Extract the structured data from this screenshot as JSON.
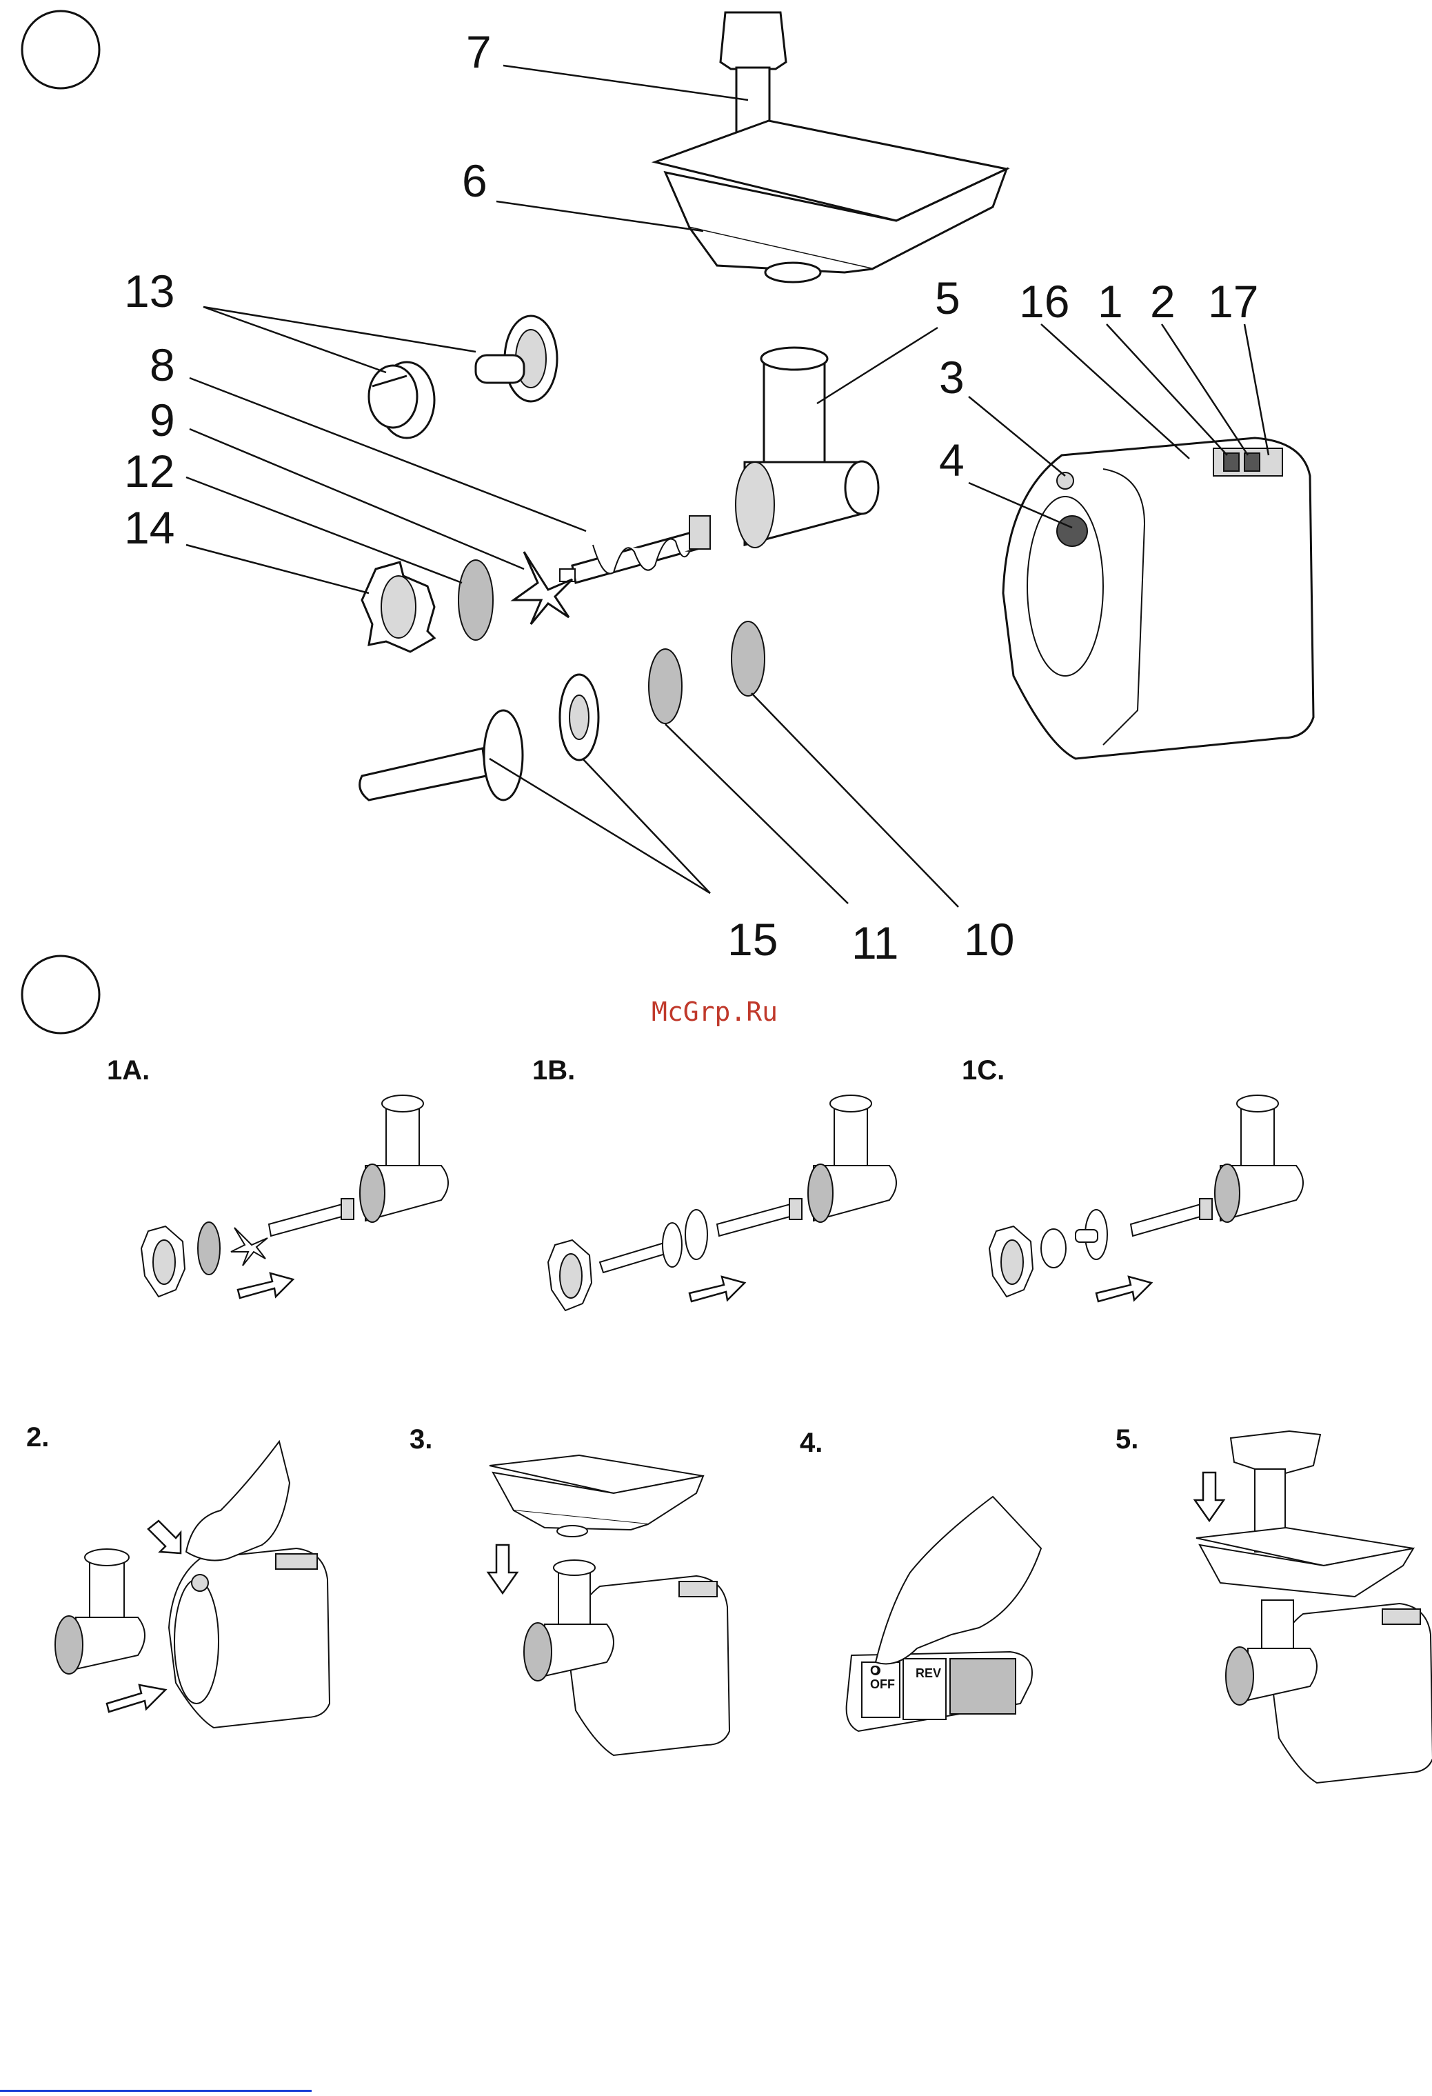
{
  "figure": {
    "callouts": [
      "7",
      "6",
      "13",
      "8",
      "9",
      "12",
      "14",
      "5",
      "16",
      "1",
      "2",
      "17",
      "3",
      "4",
      "15",
      "11",
      "10"
    ],
    "watermark": "McGrp.Ru",
    "steps": [
      "1A.",
      "1B.",
      "1C.",
      "2.",
      "3.",
      "4.",
      "5."
    ],
    "panel4": {
      "off_label_1": "O",
      "off_label_2": "OFF",
      "rev_label": "REV"
    }
  }
}
